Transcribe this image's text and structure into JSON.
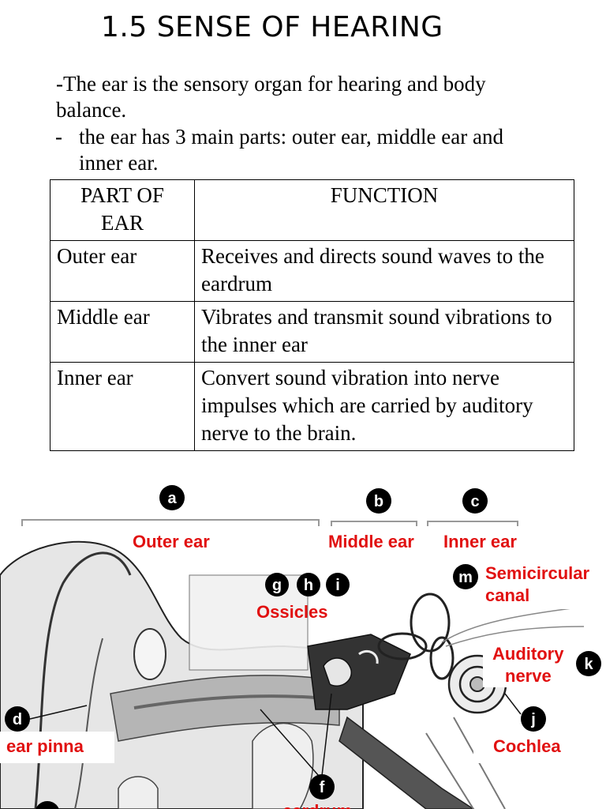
{
  "title": "1.5 SENSE OF HEARING",
  "intro": {
    "line1": "-The ear is the sensory organ for hearing and body balance.",
    "bullet_dash": "-",
    "line2": "the ear has 3 main parts: outer ear, middle ear and inner ear."
  },
  "table": {
    "headers": [
      "PART OF EAR",
      "FUNCTION"
    ],
    "rows": [
      {
        "part": "Outer ear",
        "function": "Receives and directs sound waves to the eardrum"
      },
      {
        "part": "Middle ear",
        "function": "Vibrates and transmit sound vibrations to the inner ear"
      },
      {
        "part": "Inner ear",
        "function": "Convert sound vibration into nerve impulses which are carried by auditory nerve to the brain."
      }
    ]
  },
  "diagram": {
    "badges": {
      "a": "a",
      "b": "b",
      "c": "c",
      "d": "d",
      "f": "f",
      "g": "g",
      "h": "h",
      "i": "i",
      "j": "j",
      "k": "k",
      "m": "m"
    },
    "labels": {
      "outer_ear": "Outer ear",
      "middle_ear": "Middle ear",
      "inner_ear": "Inner ear",
      "semicircular_1": "Semicircular",
      "semicircular_2": "canal",
      "ossicles": "Ossicles",
      "auditory_1": "Auditory",
      "auditory_2": "nerve",
      "ear_pinna": "ear pinna",
      "cochlea": "Cochlea",
      "eardrum": "eardrum"
    },
    "colors": {
      "label": "#e11010",
      "badge": "#000000"
    }
  }
}
